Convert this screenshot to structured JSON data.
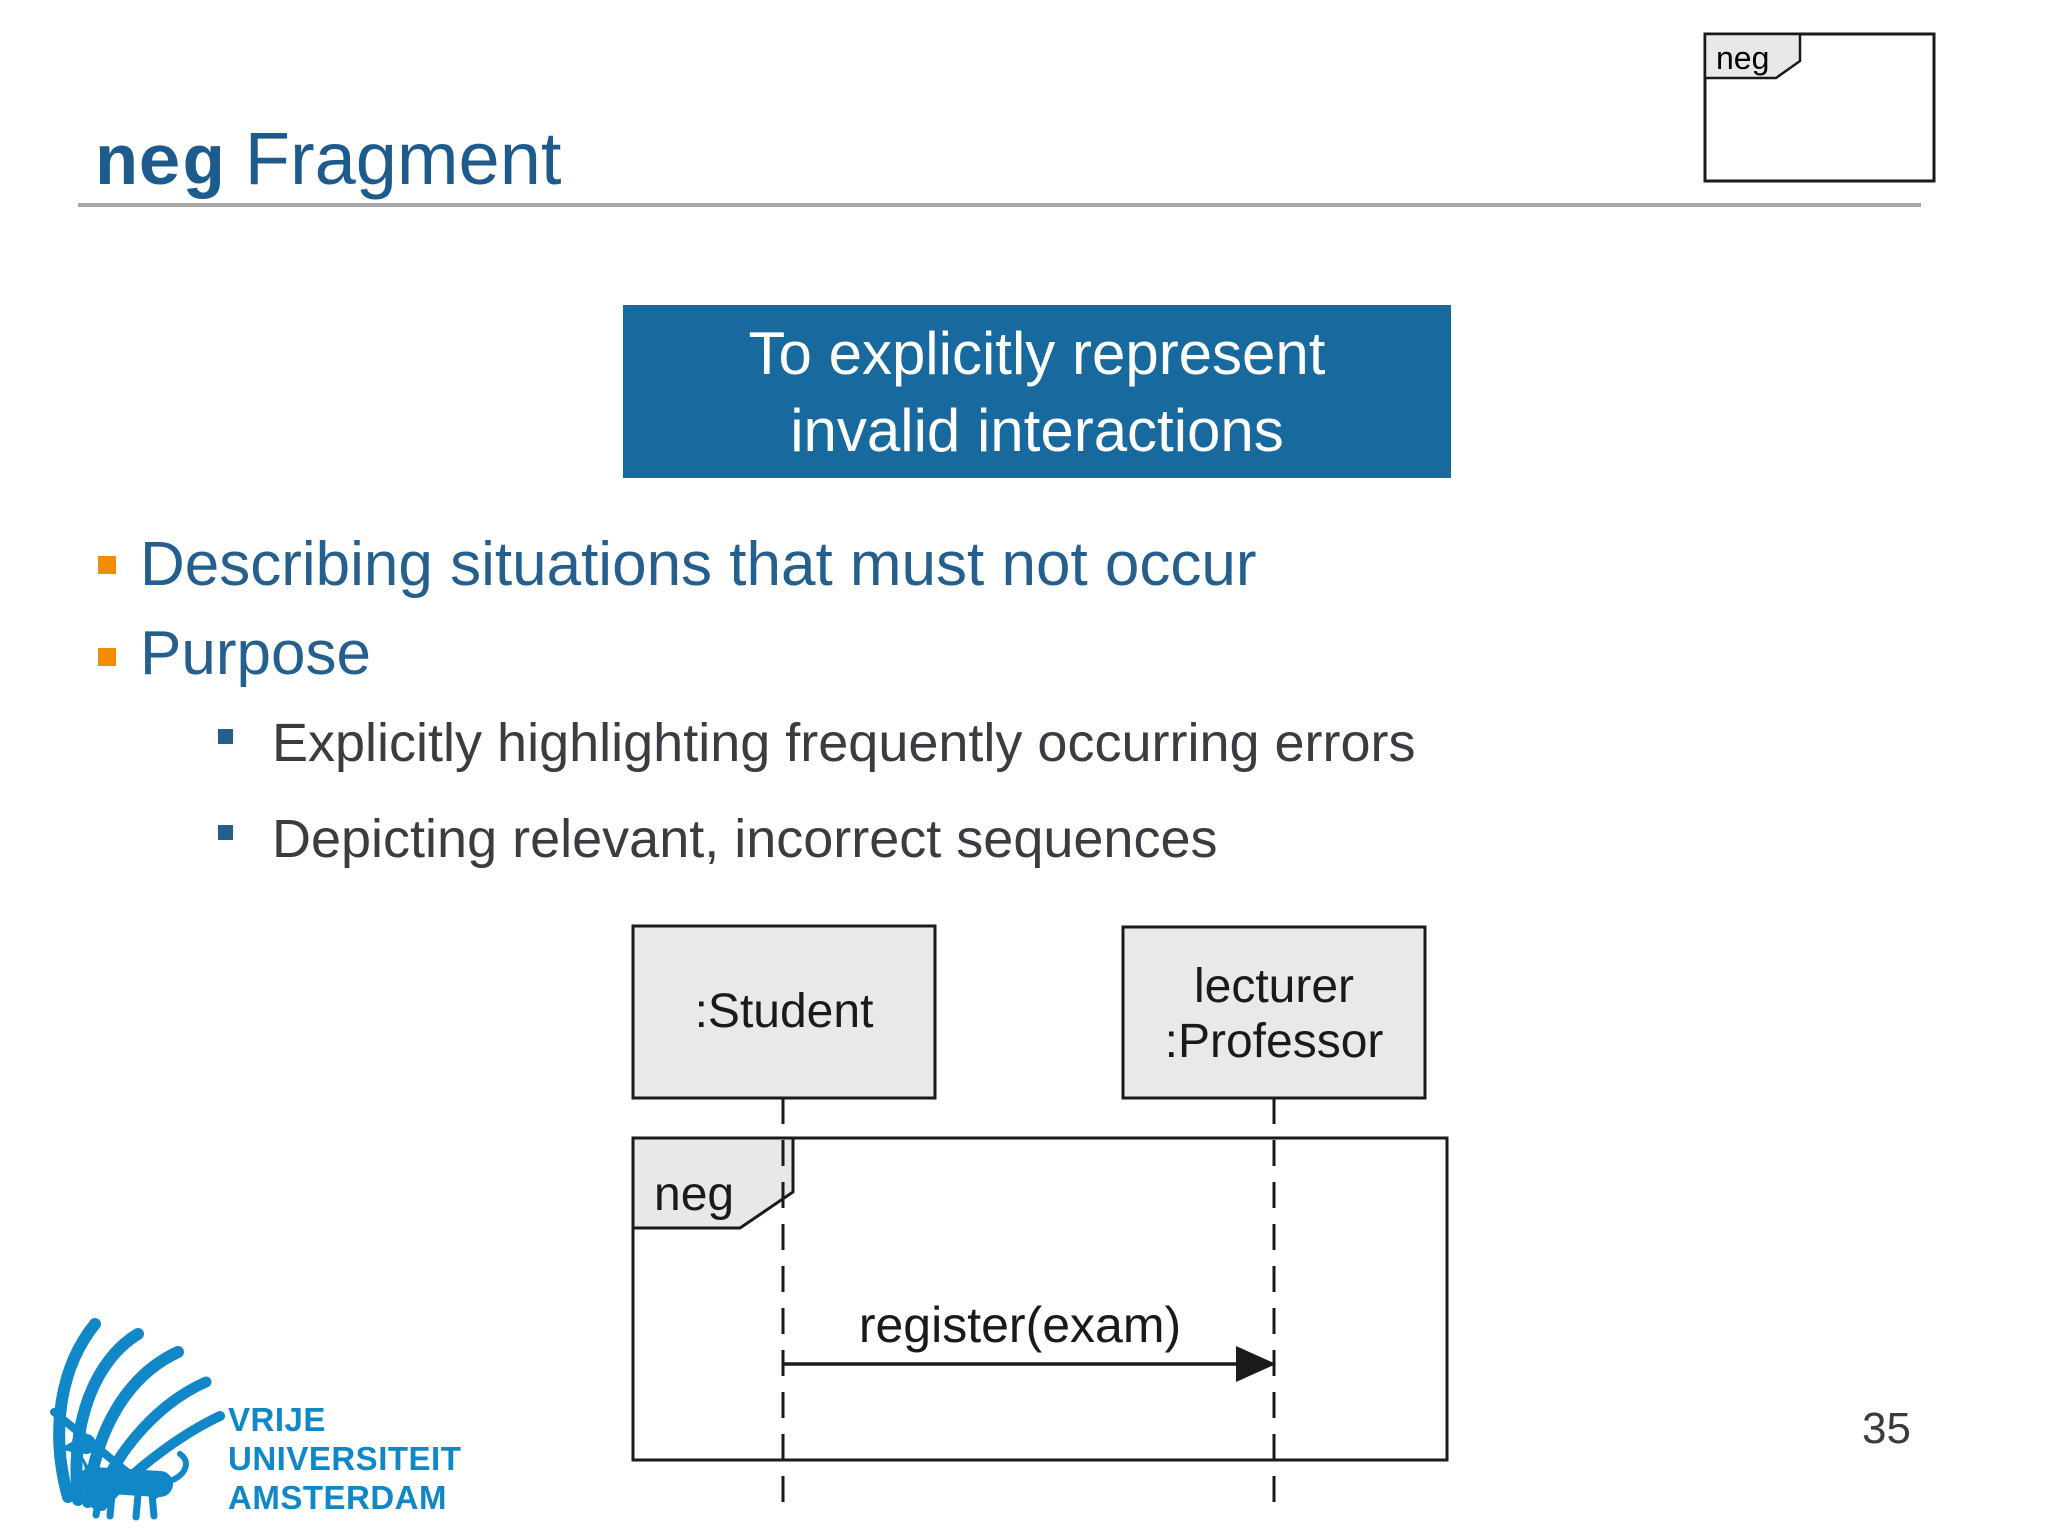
{
  "colors": {
    "title-blue": "#1E5B8D",
    "text-blue": "#245F8E",
    "callout-bg": "#17699E",
    "accent-orange": "#F28C00",
    "body-dark": "#3B3B40",
    "diagram-fill": "#E9E9EB",
    "diagram-stroke": "#1A1A1A",
    "vu-blue": "#1087C7",
    "divider-gray": "#A9A9A9"
  },
  "header": {
    "title_keyword": "neg",
    "title_rest": " Fragment"
  },
  "neg_icon": {
    "label": "neg"
  },
  "callout": {
    "line1": "To explicitly represent",
    "line2": "invalid interactions"
  },
  "bullets": [
    {
      "text": "Describing situations that must not occur"
    },
    {
      "text": "Purpose"
    }
  ],
  "sub_bullets": [
    {
      "text": "Explicitly highlighting frequently occurring errors"
    },
    {
      "text": "Depicting relevant, incorrect sequences"
    }
  ],
  "diagram": {
    "lifeline_left": ":Student",
    "lifeline_right_line1": "lecturer",
    "lifeline_right_line2": ":Professor",
    "fragment_operator": "neg",
    "message": "register(exam)"
  },
  "logo": {
    "line1": "VRIJE",
    "line2": "UNIVERSITEIT",
    "line3": "AMSTERDAM"
  },
  "footer": {
    "page_number": "35"
  }
}
